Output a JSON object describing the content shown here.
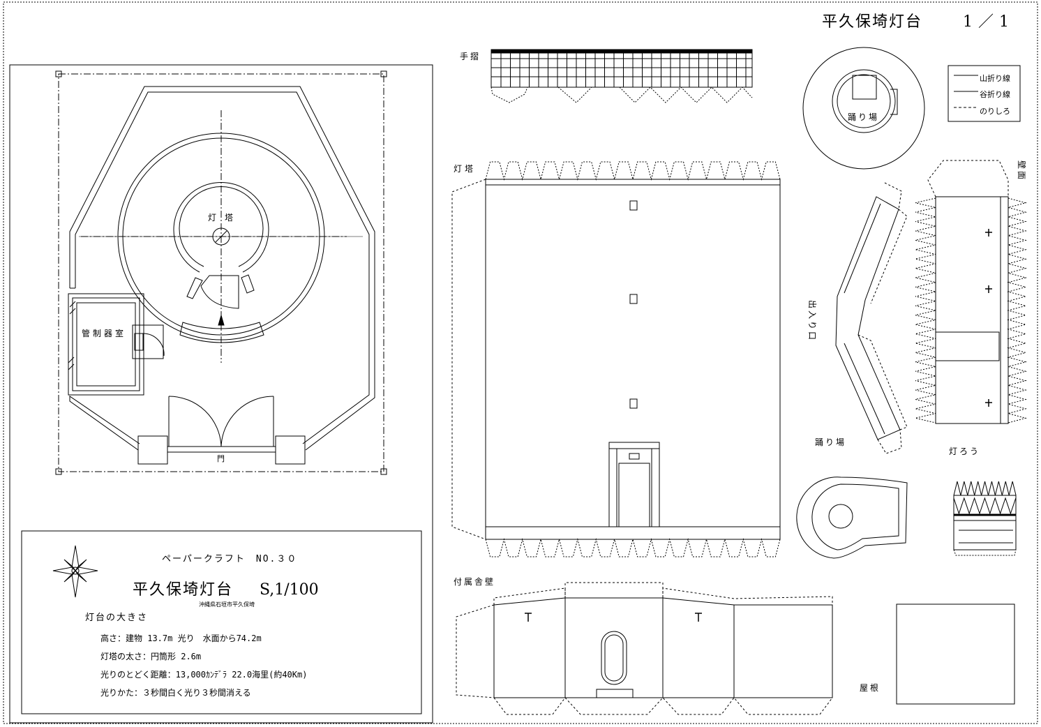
{
  "sheet": {
    "title": "平久保埼灯台",
    "page": "1／1"
  },
  "legend": {
    "mountain": "山折り線",
    "valley": "谷折り線",
    "glue": "のりしろ"
  },
  "plan": {
    "tower_label": "灯　塔",
    "control_room_label": "管制器室",
    "gate_label": "門"
  },
  "info": {
    "series": "ペーパークラフト　NO.３０",
    "name": "平久保埼灯台",
    "scale": "S,1/100",
    "location": "沖縄県石垣市平久保埼",
    "size_heading": "灯台の大きさ",
    "specs": [
      "高さ：建物 13.7m 光り　水面から74.2m",
      "灯塔の太さ：円筒形 2.6m",
      "光りのとどく距離：13,000ｶﾝﾃﾞﾗ 22.0海里(約40Km)",
      "光りかた：３秒間白く光り３秒間消える"
    ]
  },
  "parts": {
    "railing": "手摺",
    "tower": "灯塔",
    "gallery": "踊り場",
    "entrance": "出入り口",
    "landing": "踊り場",
    "lantern_wall": "壁面",
    "lantern": "灯ろう",
    "annex_wall": "付属舎壁",
    "roof": "屋根"
  }
}
